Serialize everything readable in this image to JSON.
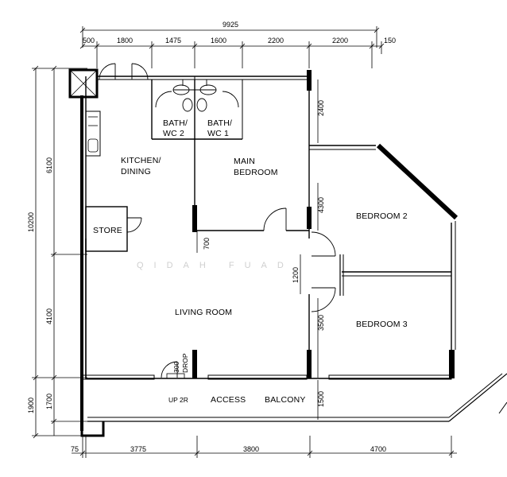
{
  "plan": {
    "rooms": {
      "kitchen_line1": "KITCHEN/",
      "kitchen_line2": "DINING",
      "main_bedroom_line1": "MAIN",
      "main_bedroom_line2": "BEDROOM",
      "bath2_line1": "BATH/",
      "bath2_line2": "WC 2",
      "bath1_line1": "BATH/",
      "bath1_line2": "WC 1",
      "bedroom2": "BEDROOM 2",
      "bedroom3": "BEDROOM 3",
      "store": "STORE",
      "living": "LIVING ROOM",
      "access": "ACCESS",
      "balcony": "BALCONY",
      "up": "UP 2R",
      "drop_value": "300",
      "drop_label": "DROP"
    },
    "watermark": "QIDAH FUAD",
    "dims": {
      "overall_top": "9925",
      "top": [
        "500",
        "1800",
        "1475",
        "1600",
        "2200",
        "2200",
        "150"
      ],
      "bottom": [
        "75",
        "3775",
        "3800",
        "4700"
      ],
      "left_total": "10200",
      "left_upper": "6100",
      "left_lower": "4100",
      "left_bottom_outer": "1900",
      "left_bottom_inner": "1700",
      "d2400": "2400",
      "d4300": "4300",
      "d3500": "3500",
      "d1500": "1500",
      "d1200": "1200",
      "d700": "700"
    }
  }
}
